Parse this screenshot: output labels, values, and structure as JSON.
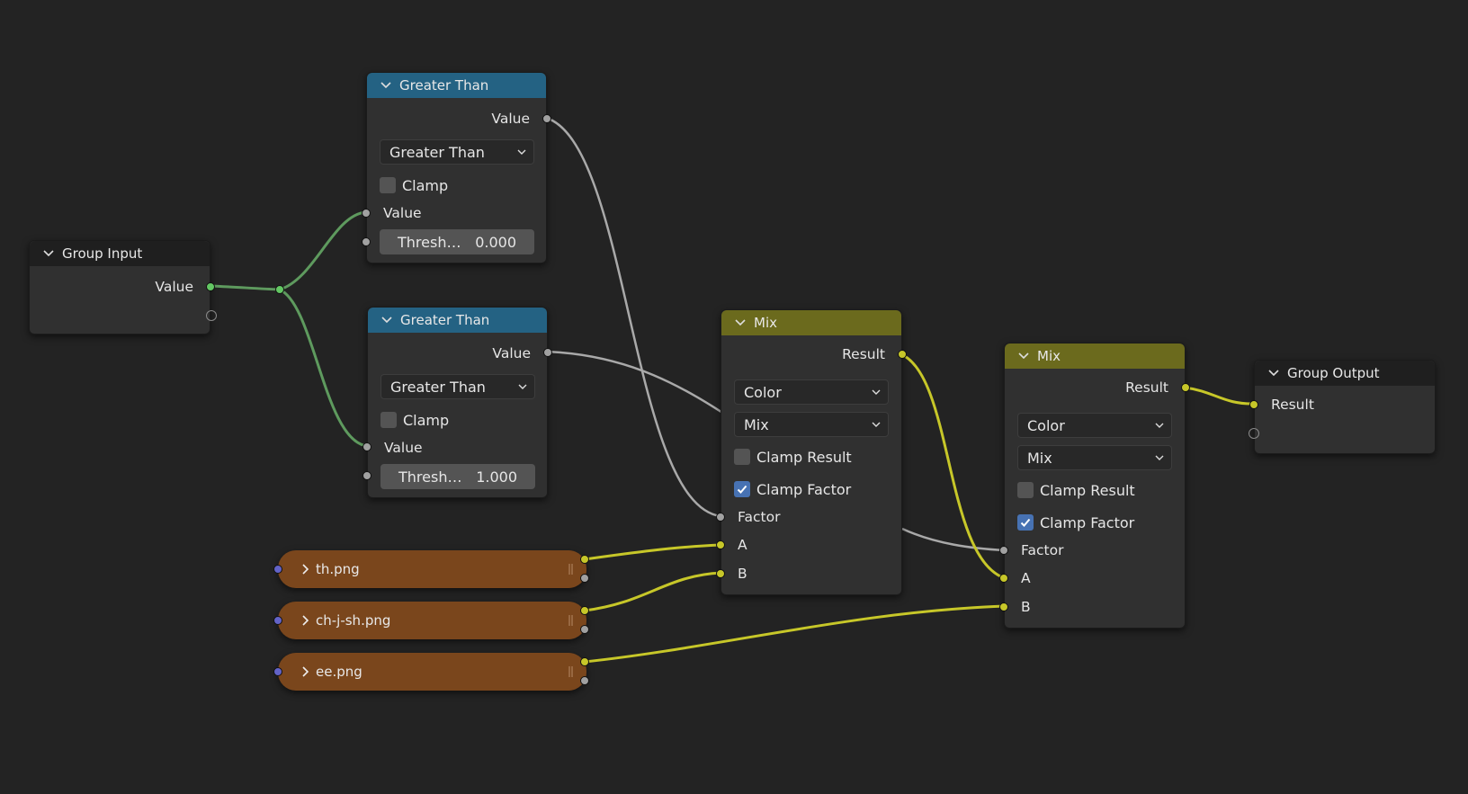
{
  "editor": "Shader Node Editor",
  "colors": {
    "background": "#232323",
    "node_body": "#303030",
    "header_converter": "#246283",
    "header_color": "#6b6a1d",
    "header_group": "#1f1f1f",
    "image_node": "#7a461c",
    "socket_float": "#a1a1a1",
    "socket_color": "#c7c729",
    "socket_vector": "#6363c7",
    "socket_group_value": "#63c763",
    "checkbox_on": "#4772b3"
  },
  "nodes": {
    "group_input": {
      "title": "Group Input",
      "outputs": [
        "Value"
      ]
    },
    "greater_than_1": {
      "title": "Greater Than",
      "output": "Value",
      "operation": "Greater Than",
      "clamp_label": "Clamp",
      "clamp_checked": false,
      "input_value": "Value",
      "threshold_label": "Thresh…",
      "threshold_value": "0.000"
    },
    "greater_than_2": {
      "title": "Greater Than",
      "output": "Value",
      "operation": "Greater Than",
      "clamp_label": "Clamp",
      "clamp_checked": false,
      "input_value": "Value",
      "threshold_label": "Thresh…",
      "threshold_value": "1.000"
    },
    "mix_1": {
      "title": "Mix",
      "output": "Result",
      "data_type": "Color",
      "blend_mode": "Mix",
      "clamp_result_label": "Clamp Result",
      "clamp_result_checked": false,
      "clamp_factor_label": "Clamp Factor",
      "clamp_factor_checked": true,
      "inputs": [
        "Factor",
        "A",
        "B"
      ]
    },
    "mix_2": {
      "title": "Mix",
      "output": "Result",
      "data_type": "Color",
      "blend_mode": "Mix",
      "clamp_result_label": "Clamp Result",
      "clamp_result_checked": false,
      "clamp_factor_label": "Clamp Factor",
      "clamp_factor_checked": true,
      "inputs": [
        "Factor",
        "A",
        "B"
      ]
    },
    "group_output": {
      "title": "Group Output",
      "inputs": [
        "Result"
      ]
    },
    "images": [
      {
        "label": "th.png"
      },
      {
        "label": "ch-j-sh.png"
      },
      {
        "label": "ee.png"
      }
    ]
  }
}
